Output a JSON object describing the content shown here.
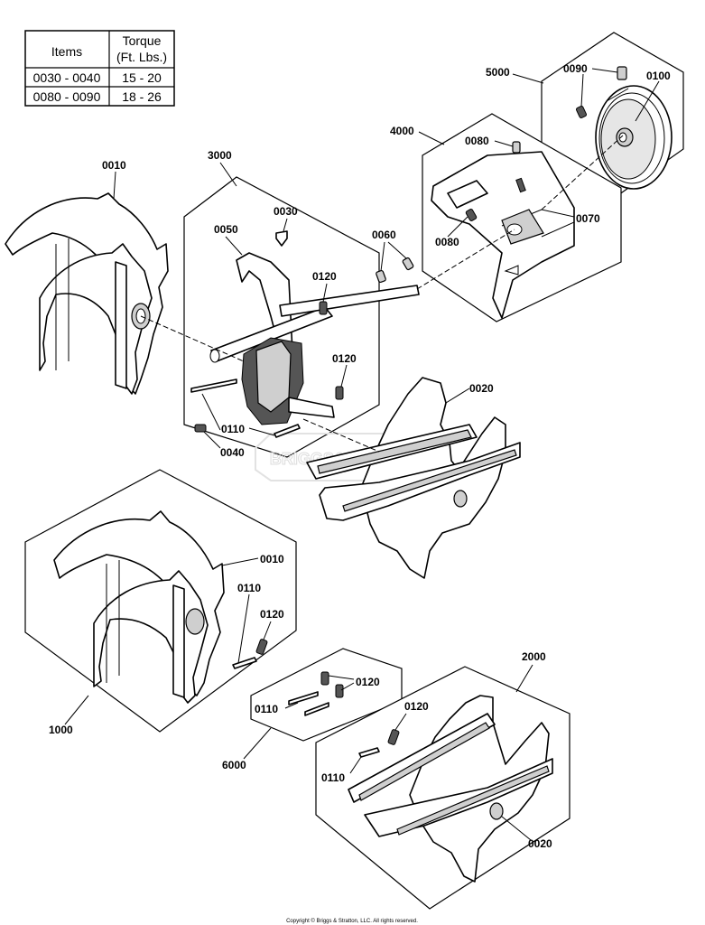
{
  "torque_table": {
    "headers": [
      "Items",
      "Torque (Ft. Lbs.)"
    ],
    "header_torque_line1": "Torque",
    "header_torque_line2": "(Ft. Lbs.)",
    "rows": [
      {
        "items": "0030 - 0040",
        "torque": "15 - 20"
      },
      {
        "items": "0080 - 0090",
        "torque": "18 - 26"
      }
    ]
  },
  "callouts": {
    "a5000": "5000",
    "a0090": "0090",
    "a0100": "0100",
    "a4000": "4000",
    "a0080_top": "0080",
    "a0080_low": "0080",
    "a0070": "0070",
    "a0010_top": "0010",
    "a3000": "3000",
    "a0030": "0030",
    "a0050": "0050",
    "a0060": "0060",
    "a0120_a": "0120",
    "a0120_b": "0120",
    "a0110_a": "0110",
    "a0040": "0040",
    "a0020_top": "0020",
    "a0010_mid": "0010",
    "a0110_b": "0110",
    "a0120_c": "0120",
    "a1000": "1000",
    "a0120_d": "0120",
    "a0110_c": "0110",
    "a6000": "6000",
    "a2000": "2000",
    "a0120_e": "0120",
    "a0110_d": "0110",
    "a0020_low": "0020"
  },
  "watermark": "BRIGGS&STRATTON",
  "copyright": "Copyright © Briggs & Stratton, LLC. All rights reserved."
}
